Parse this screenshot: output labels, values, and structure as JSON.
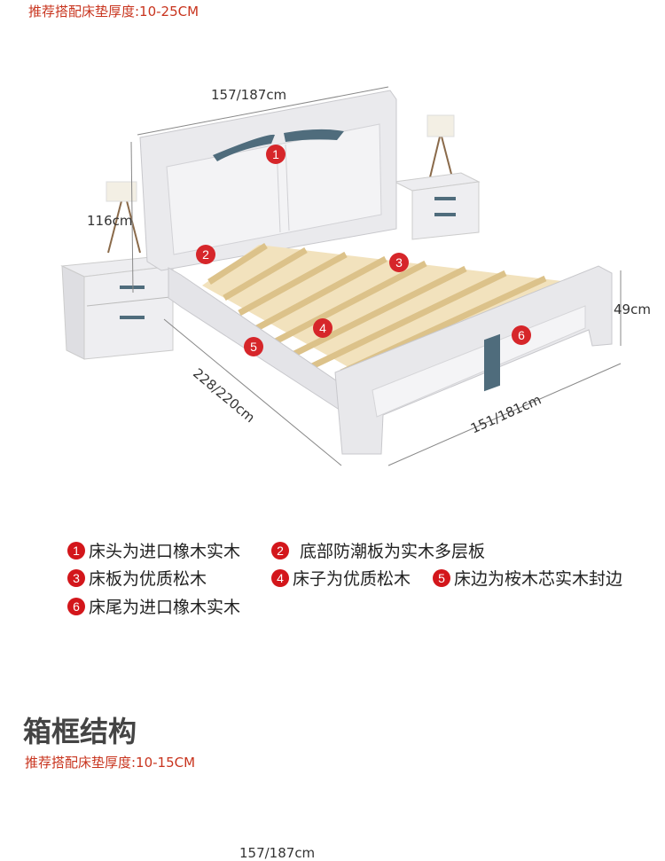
{
  "top_note": "推荐搭配床垫厚度:10-25CM",
  "dimensions": {
    "headboard_width": "157/187cm",
    "headboard_height": "116cm",
    "footboard_height": "49cm",
    "length": "228/220cm",
    "footboard_width": "151/181cm"
  },
  "markers": [
    "1",
    "2",
    "3",
    "4",
    "5",
    "6"
  ],
  "legend": [
    {
      "num": "1",
      "text": "床头为进口橡木实木"
    },
    {
      "num": "2",
      "text": "底部防潮板为实木多层板"
    },
    {
      "num": "3",
      "text": "床板为优质松木"
    },
    {
      "num": "4",
      "text": "床子为优质松木"
    },
    {
      "num": "5",
      "text": "床边为桉木芯实木封边"
    },
    {
      "num": "6",
      "text": "床尾为进口橡木实木"
    }
  ],
  "section_title": "箱框结构",
  "section_note": "推荐搭配床垫厚度:10-15CM",
  "partial_dimension": "157/187cm",
  "colors": {
    "accent_red": "#c8341e",
    "marker_red": "#d6262a",
    "wood": "#e8cf9a",
    "accent_blue": "#4f6c7c"
  }
}
